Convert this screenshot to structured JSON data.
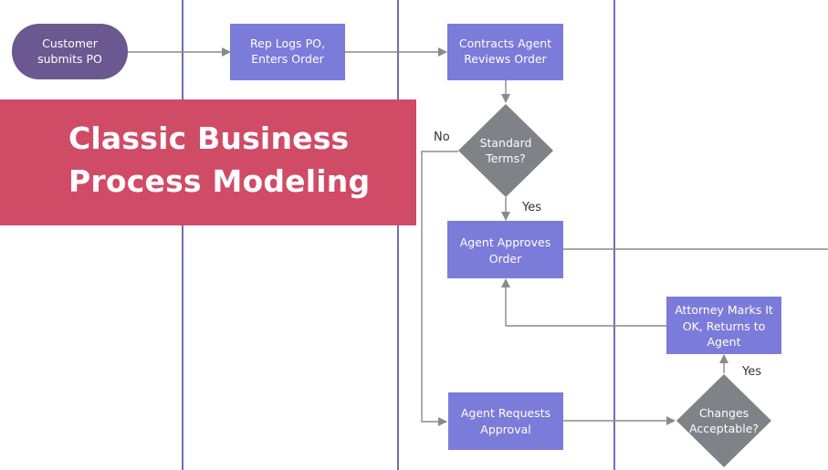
{
  "title": {
    "line1": "Classic Business",
    "line2": "Process Modeling"
  },
  "colors": {
    "banner": "#d04b66",
    "terminator": "#6b5890",
    "process": "#7b7bda",
    "decision": "#7f8286",
    "lane_line": "#6f6fb5",
    "connector": "#8a8a8a"
  },
  "nodes": {
    "customer_submits": {
      "type": "terminator",
      "lines": [
        "Customer",
        "submits PO"
      ]
    },
    "rep_logs": {
      "type": "process",
      "lines": [
        "Rep Logs PO,",
        "Enters Order"
      ]
    },
    "contracts_reviews": {
      "type": "process",
      "lines": [
        "Contracts Agent",
        "Reviews Order"
      ]
    },
    "standard_terms": {
      "type": "decision",
      "lines": [
        "Standard",
        "Terms?"
      ]
    },
    "agent_approves": {
      "type": "process",
      "lines": [
        "Agent Approves",
        "Order"
      ]
    },
    "attorney_marks": {
      "type": "process",
      "lines": [
        "Attorney Marks It",
        "OK, Returns to",
        "Agent"
      ]
    },
    "agent_requests": {
      "type": "process",
      "lines": [
        "Agent Requests",
        "Approval"
      ]
    },
    "changes_acceptable": {
      "type": "decision",
      "lines": [
        "Changes",
        "Acceptable?"
      ]
    }
  },
  "edge_labels": {
    "no": "No",
    "yes_standard": "Yes",
    "yes_changes": "Yes"
  }
}
